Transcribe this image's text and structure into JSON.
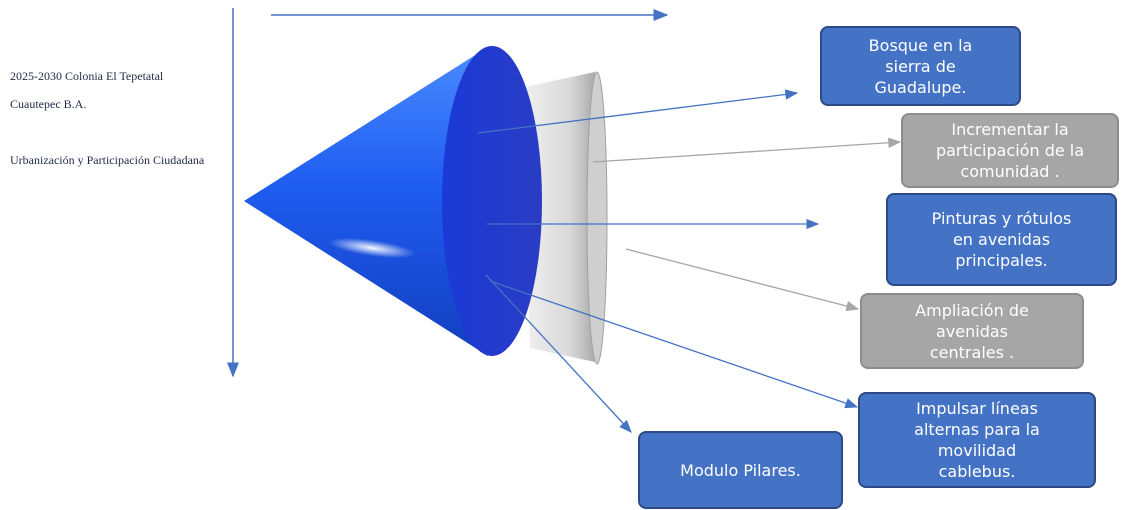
{
  "left_text": {
    "line1": "2025-2030 Colonia El Tepetatal",
    "line2": "Cuautepec B.A.",
    "line3": "Urbanización y Participación Ciudadana"
  },
  "boxes": {
    "bosque": "Bosque en la\nsierra de\nGuadalupe.",
    "participacion": "Incrementar la\nparticipación de la\ncomunidad .",
    "pinturas": "Pinturas y rótulos\nen avenidas\nprincipales.",
    "ampliacion": "Ampliación de\navenidas\ncentrales .",
    "impulsar": "Impulsar líneas\nalternas para la\nmovilidad\ncablebus.",
    "modulo": "Modulo Pilares."
  },
  "colors": {
    "blue_box": "#4472c4",
    "gray_box": "#a6a6a6",
    "cone_blue": "#1f4fe6",
    "arrow_blue": "#4472c4",
    "arrow_gray": "#a6a6a6"
  }
}
